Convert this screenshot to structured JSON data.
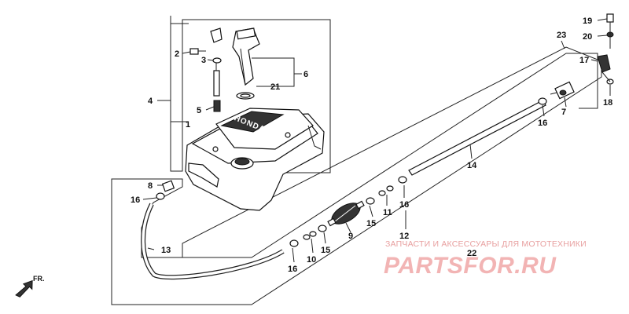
{
  "callouts": [
    "1",
    "2",
    "3",
    "4",
    "5",
    "6",
    "7",
    "8",
    "9",
    "10",
    "11",
    "12",
    "13",
    "14",
    "15",
    "16",
    "17",
    "18",
    "19",
    "20",
    "21",
    "22",
    "23"
  ],
  "tank_label": "HONDA",
  "direction_marker": "FR.",
  "watermark": {
    "caption": "ЗАПЧАСТИ И АКСЕССУАРЫ ДЛЯ МОТОТЕХНИКИ",
    "brand": "PARTSFOR.RU"
  }
}
